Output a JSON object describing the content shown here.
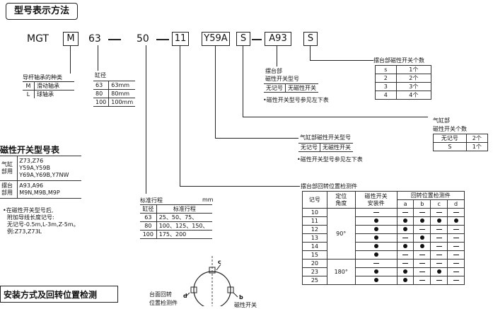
{
  "title": "型号表示方法",
  "model": {
    "prefix": "MGT",
    "bearing": "M",
    "bore": "63",
    "stroke": "50",
    "rotation": "11",
    "cyl_switch": "Y59A",
    "table_switch_count": "S",
    "table_switch": "A93",
    "cyl_switch_count": "S",
    "dash": "—"
  },
  "bearing_table": {
    "label": "导杆轴承的种类",
    "rows": [
      {
        "code": "M",
        "name": "滑动轴承"
      },
      {
        "code": "L",
        "name": "球轴承"
      }
    ]
  },
  "bore_table": {
    "label": "缸径",
    "rows": [
      {
        "code": "63",
        "size": "63mm"
      },
      {
        "code": "80",
        "size": "80mm"
      },
      {
        "code": "100",
        "size": "100mm"
      }
    ]
  },
  "table_switch": {
    "label1": "摆台部",
    "label2": "磁性开关型号",
    "headers": [
      "无记号",
      "无磁性开关"
    ],
    "note": "•磁性开关型号参见左下表"
  },
  "table_switch_count": {
    "label": "摆台部磁性开关个数",
    "rows": [
      {
        "code": "s",
        "count": "1个"
      },
      {
        "code": "2",
        "count": "2个"
      },
      {
        "code": "3",
        "count": "3个"
      },
      {
        "code": "4",
        "count": "4个"
      }
    ]
  },
  "cyl_switch_count": {
    "label1": "气缸部",
    "label2": "磁性开关个数",
    "rows": [
      {
        "code": "无记号",
        "count": "2个"
      },
      {
        "code": "S",
        "count": "1个"
      }
    ]
  },
  "cyl_switch": {
    "label": "气缸部磁性开关型号",
    "headers": [
      "无记号",
      "无磁性开关"
    ],
    "note": "•磁性开关型号参见左下表"
  },
  "switch_model_table": {
    "title": "磁性开关型号表",
    "rows": [
      {
        "group": "气缸\n部用",
        "models": [
          "Z73,Z76",
          "Y59A,Y59B",
          "Y69A,Y69B,Y7NW"
        ]
      },
      {
        "group": "摆台\n部用",
        "models": [
          "A93,A96",
          "M9N,M9B,M9P"
        ]
      }
    ],
    "note": [
      "•在磁性开关型号后,",
      "附加导线长度记号:",
      "无记号-0.5m,L-3m,Z-5m。",
      "例:Z73,Z73L"
    ]
  },
  "stroke_table": {
    "label": "标准行程",
    "unit": "mm",
    "headers": [
      "缸径",
      "标准行程"
    ],
    "rows": [
      {
        "bore": "63",
        "strokes": "25、50、75、"
      },
      {
        "bore": "80",
        "strokes": "100、125、150、"
      },
      {
        "bore": "100",
        "strokes": "175、200"
      }
    ]
  },
  "rotation_table": {
    "label": "摆台部回转位置检测件",
    "headers": {
      "code": "记号",
      "angle": "定位\n角度",
      "switch": "磁性开关\n安装件",
      "group": "回转位置检测件",
      "cols": [
        "a",
        "b",
        "c",
        "d"
      ]
    },
    "rows": [
      {
        "code": "10",
        "cells": [
          "-",
          "-",
          "-",
          "-",
          "-"
        ]
      },
      {
        "code": "11",
        "cells": [
          "•",
          "•",
          "•",
          "•",
          "•"
        ]
      },
      {
        "code": "12",
        "cells": [
          "•",
          "•",
          "-",
          "-",
          "-"
        ]
      },
      {
        "code": "13",
        "cells": [
          "•",
          "-",
          "•",
          "-",
          "-"
        ]
      },
      {
        "code": "14",
        "cells": [
          "•",
          "•",
          "•",
          "-",
          "-"
        ]
      },
      {
        "code": "15",
        "cells": [
          "•",
          "-",
          "-",
          "-",
          "-"
        ]
      },
      {
        "code": "20",
        "cells": [
          "-",
          "-",
          "-",
          "-",
          "-"
        ]
      },
      {
        "code": "23",
        "cells": [
          "•",
          "•",
          "-",
          "•",
          "-"
        ]
      },
      {
        "code": "25",
        "cells": [
          "•",
          "•",
          "-",
          "-",
          "-"
        ]
      }
    ],
    "angle_90": "90°",
    "angle_180": "180°"
  },
  "install_section": {
    "title": "安装方式及回转位置检测",
    "label1": "台面回转",
    "label2": "位置检测件",
    "label3": "磁性开关",
    "markers": [
      "c",
      "d",
      "b"
    ]
  }
}
